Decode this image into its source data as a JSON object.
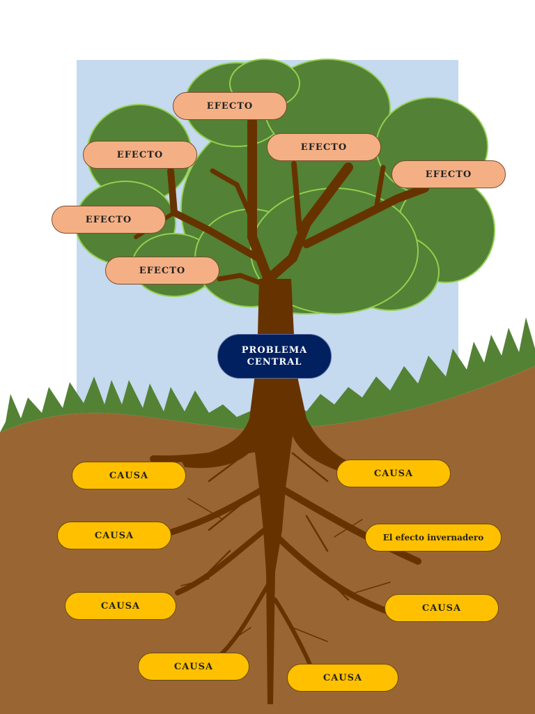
{
  "diagram": {
    "central_problem": {
      "line1": "PROBLEMA",
      "line2": "CENTRAL"
    },
    "effects": [
      "EFECTO",
      "EFECTO",
      "EFECTO",
      "EFECTO",
      "EFECTO",
      "EFECTO"
    ],
    "causes": [
      "CAUSA",
      "CAUSA",
      "CAUSA",
      "El efecto invernadero",
      "CAUSA",
      "CAUSA",
      "CAUSA",
      "CAUSA"
    ],
    "colors": {
      "sky": "#c5d9ef",
      "foliage": "#538135",
      "foliage_outline": "#92d050",
      "trunk": "#663300",
      "soil": "#996633",
      "grass": "#548235",
      "effect_box": "#f4b084",
      "cause_box": "#ffc000",
      "central_box": "#002060"
    }
  }
}
